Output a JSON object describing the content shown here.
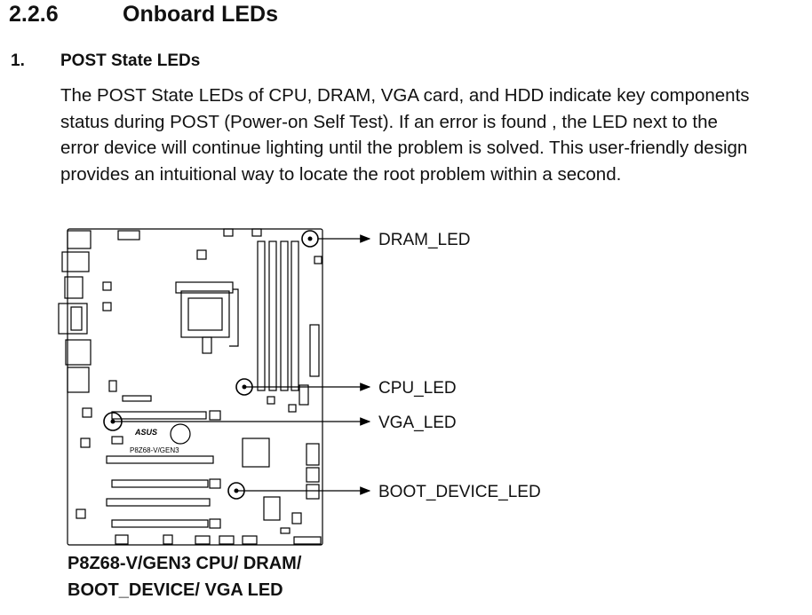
{
  "section": {
    "number": "2.2.6",
    "title": "Onboard LEDs"
  },
  "item": {
    "number": "1.",
    "title": "POST State LEDs"
  },
  "paragraph": [
    "The POST State LEDs of CPU, DRAM, VGA card, and HDD indicate key components",
    "status during POST (Power-on Self Test). If an error is found , the LED next to the",
    "error device will continue lighting until the problem is solved. This user-friendly design",
    "provides an intuitional way to locate the root problem within a second."
  ],
  "diagram": {
    "board_logo": "ASUS",
    "board_model": "P8Z68-V/GEN3",
    "callouts": [
      "DRAM_LED",
      "CPU_LED",
      "VGA_LED",
      "BOOT_DEVICE_LED"
    ]
  },
  "caption": [
    "P8Z68-V/GEN3 CPU/ DRAM/",
    "BOOT_DEVICE/ VGA LED"
  ]
}
